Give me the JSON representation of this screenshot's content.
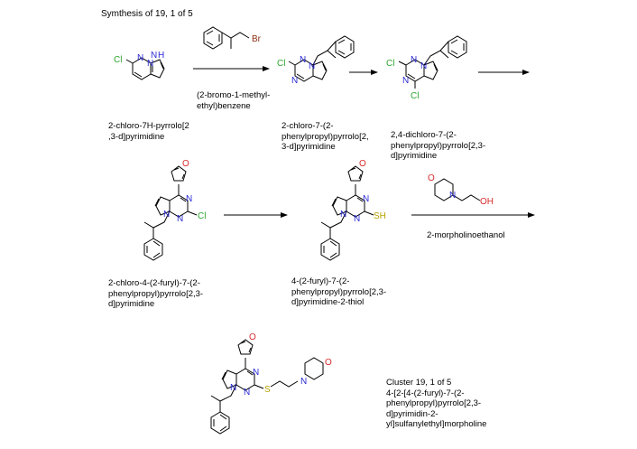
{
  "title": "Symthesis of 19, 1 of 5",
  "compounds": {
    "c1": "2-chloro-7H-pyrrolo[2\n,3-d]pyrimidine",
    "c2": "2-chloro-7-(2-\nphenylpropyl)pyrrolo[2,\n3-d]pyrimidine",
    "c3": "2,4-dichloro-7-(2-\nphenylpropyl)pyrrolo[2,3-\nd]pyrimidine",
    "c4": "2-chloro-4-(2-furyl)-7-(2-\nphenylpropyl)pyrrolo[2,3-\nd]pyrimidine",
    "c5": "4-(2-furyl)-7-(2-\nphenylpropyl)pyrrolo[2,3-\nd]pyrimidine-2-thiol",
    "product": "Cluster 19, 1 of 5\n4-[2-[4-(2-furyl)-7-(2-\nphenylpropyl)pyrrolo[2,3-\nd]pyrimidin-2-\nyl]sulfanylethyl]morpholine"
  },
  "reagents": {
    "r1": "(2-bromo-1-methyl-\nethyl)benzene",
    "r2": "2-morpholinoethanol"
  },
  "atom_labels": {
    "Cl": "Cl",
    "N": "N",
    "H": "H",
    "Br": "Br",
    "O": "O",
    "S": "S",
    "SH": "SH",
    "OH": "OH"
  },
  "colors": {
    "nitrogen": "#2b2bd6",
    "chlorine": "#2fa52f",
    "oxygen": "#d62b2b",
    "bromine": "#8b2f12",
    "sulfur": "#b8a100"
  }
}
